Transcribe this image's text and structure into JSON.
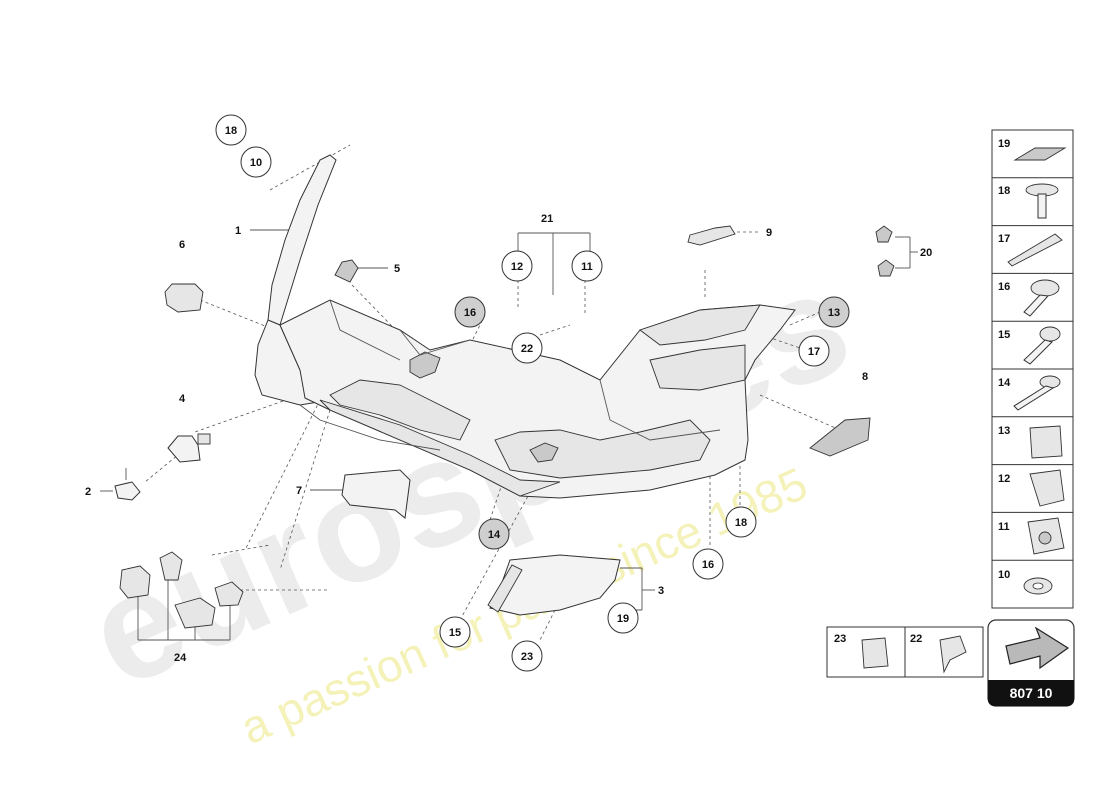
{
  "watermark": {
    "brand": "eurospares",
    "tagline": "a passion for parts since 1985"
  },
  "diagram_code": "807 10",
  "callouts": [
    {
      "id": "c18a",
      "label": "18"
    },
    {
      "id": "c10",
      "label": "10"
    },
    {
      "id": "c12",
      "label": "12"
    },
    {
      "id": "c11",
      "label": "11"
    },
    {
      "id": "c16a",
      "label": "16"
    },
    {
      "id": "c22",
      "label": "22"
    },
    {
      "id": "c13",
      "label": "13"
    },
    {
      "id": "c17",
      "label": "17"
    },
    {
      "id": "c14",
      "label": "14"
    },
    {
      "id": "c18b",
      "label": "18"
    },
    {
      "id": "c16b",
      "label": "16"
    },
    {
      "id": "c19",
      "label": "19"
    },
    {
      "id": "c15",
      "label": "15"
    },
    {
      "id": "c23",
      "label": "23"
    }
  ],
  "labels": [
    {
      "id": "l1",
      "label": "1"
    },
    {
      "id": "l2",
      "label": "2"
    },
    {
      "id": "l3",
      "label": "3"
    },
    {
      "id": "l4",
      "label": "4"
    },
    {
      "id": "l5",
      "label": "5"
    },
    {
      "id": "l6",
      "label": "6"
    },
    {
      "id": "l7",
      "label": "7"
    },
    {
      "id": "l8",
      "label": "8"
    },
    {
      "id": "l9",
      "label": "9"
    },
    {
      "id": "l20",
      "label": "20"
    },
    {
      "id": "l21",
      "label": "21"
    },
    {
      "id": "l24",
      "label": "24"
    }
  ],
  "side_legend": [
    "19",
    "18",
    "17",
    "16",
    "15",
    "14",
    "13",
    "12",
    "11",
    "10"
  ],
  "bottom_legend": [
    "23",
    "22"
  ]
}
